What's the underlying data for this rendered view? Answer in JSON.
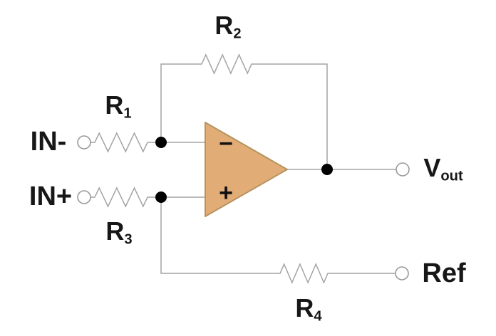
{
  "labels": {
    "in_minus": "IN-",
    "in_plus": "IN+",
    "r1": {
      "base": "R",
      "sub": "1"
    },
    "r2": {
      "base": "R",
      "sub": "2"
    },
    "r3": {
      "base": "R",
      "sub": "3"
    },
    "r4": {
      "base": "R",
      "sub": "4"
    },
    "vout": {
      "base": "V",
      "sub": "out"
    },
    "ref": "Ref",
    "opamp_inverting": "−",
    "opamp_noninverting": "+"
  },
  "colors": {
    "background": "#ffffff",
    "wire": "#a4a4a4",
    "terminal": "#9a9a9a",
    "junction": "#000000",
    "opamp_fill": "#e2ac76",
    "opamp_stroke": "#b6935f",
    "text": "#171717"
  }
}
